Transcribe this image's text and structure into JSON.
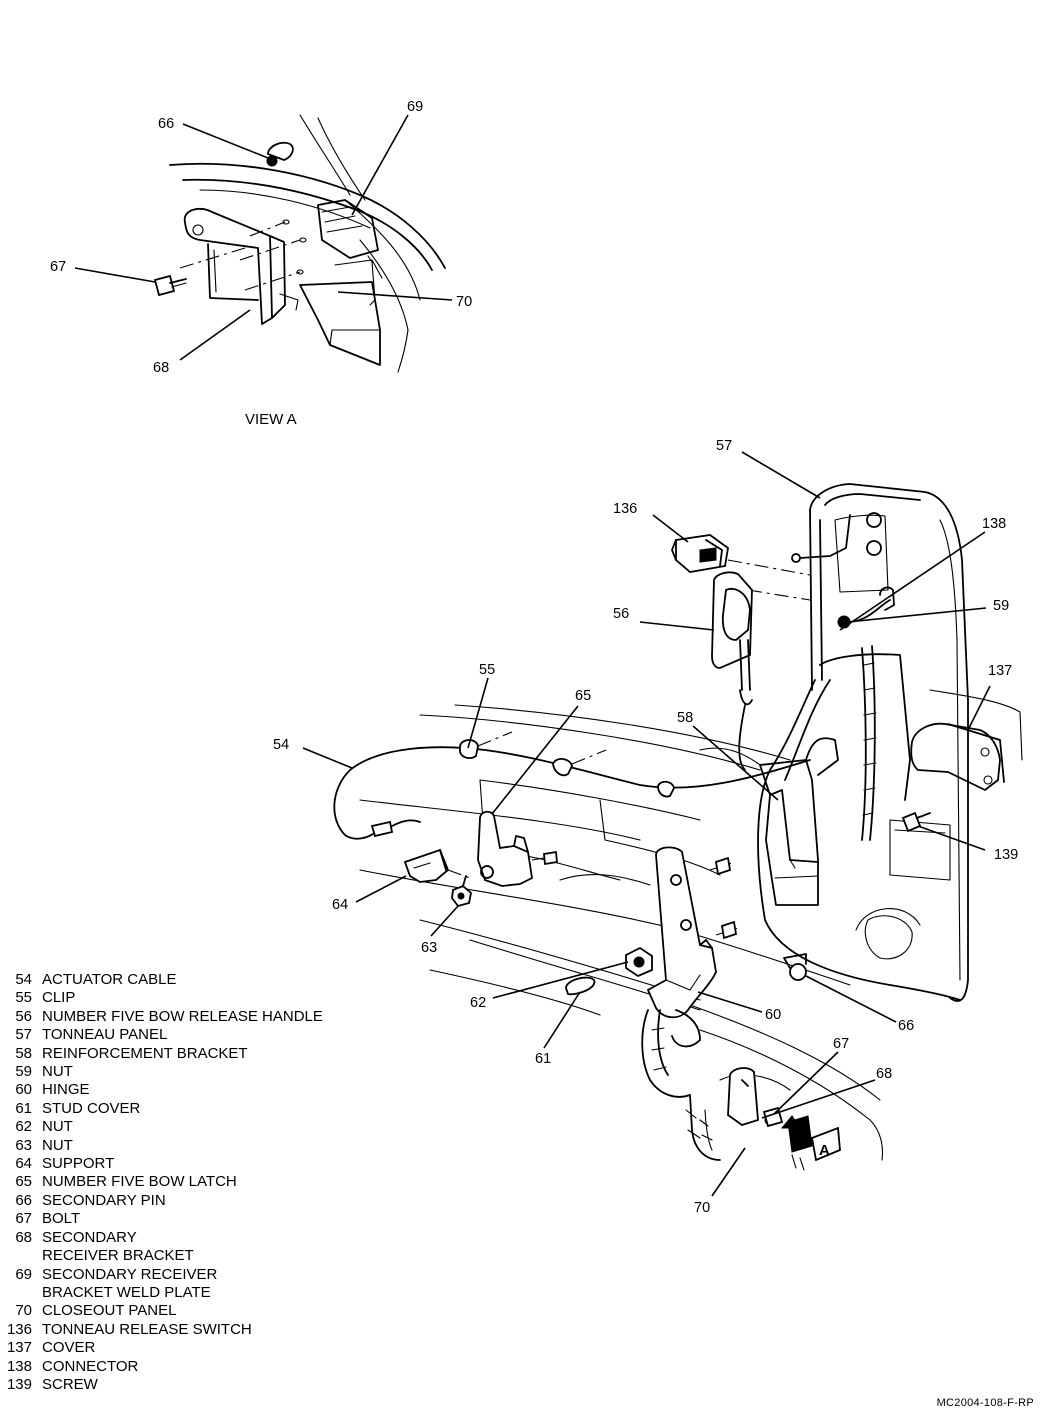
{
  "view_label": "VIEW A",
  "view_arrow_label": "A",
  "callouts": {
    "c54": "54",
    "c55": "55",
    "c56": "56",
    "c57": "57",
    "c58": "58",
    "c59": "59",
    "c60": "60",
    "c61": "61",
    "c62": "62",
    "c63": "63",
    "c64": "64",
    "c65": "65",
    "c66_view": "66",
    "c66_main": "66",
    "c67_view": "67",
    "c67_main": "67",
    "c68_view": "68",
    "c68_main": "68",
    "c69": "69",
    "c70_view": "70",
    "c70_main": "70",
    "c136": "136",
    "c137": "137",
    "c138": "138",
    "c139": "139"
  },
  "legend": [
    {
      "num": "54",
      "label": "ACTUATOR CABLE"
    },
    {
      "num": "55",
      "label": "CLIP"
    },
    {
      "num": "56",
      "label": "NUMBER FIVE BOW RELEASE HANDLE"
    },
    {
      "num": "57",
      "label": "TONNEAU PANEL"
    },
    {
      "num": "58",
      "label": "REINFORCEMENT BRACKET"
    },
    {
      "num": "59",
      "label": "NUT"
    },
    {
      "num": "60",
      "label": "HINGE"
    },
    {
      "num": "61",
      "label": "STUD COVER"
    },
    {
      "num": "62",
      "label": "NUT"
    },
    {
      "num": "63",
      "label": "NUT"
    },
    {
      "num": "64",
      "label": "SUPPORT"
    },
    {
      "num": "65",
      "label": "NUMBER FIVE BOW LATCH"
    },
    {
      "num": "66",
      "label": "SECONDARY PIN"
    },
    {
      "num": "67",
      "label": "BOLT"
    },
    {
      "num": "68",
      "label": "SECONDARY"
    },
    {
      "num": "",
      "label": "RECEIVER BRACKET"
    },
    {
      "num": "69",
      "label": "SECONDARY RECEIVER"
    },
    {
      "num": "",
      "label": "BRACKET WELD PLATE"
    },
    {
      "num": "70",
      "label": "CLOSEOUT PANEL"
    },
    {
      "num": "136",
      "label": "TONNEAU RELEASE SWITCH"
    },
    {
      "num": "137",
      "label": "COVER"
    },
    {
      "num": "138",
      "label": "CONNECTOR"
    },
    {
      "num": "139",
      "label": "SCREW"
    }
  ],
  "footer_code": "MC2004-108-F-RP"
}
